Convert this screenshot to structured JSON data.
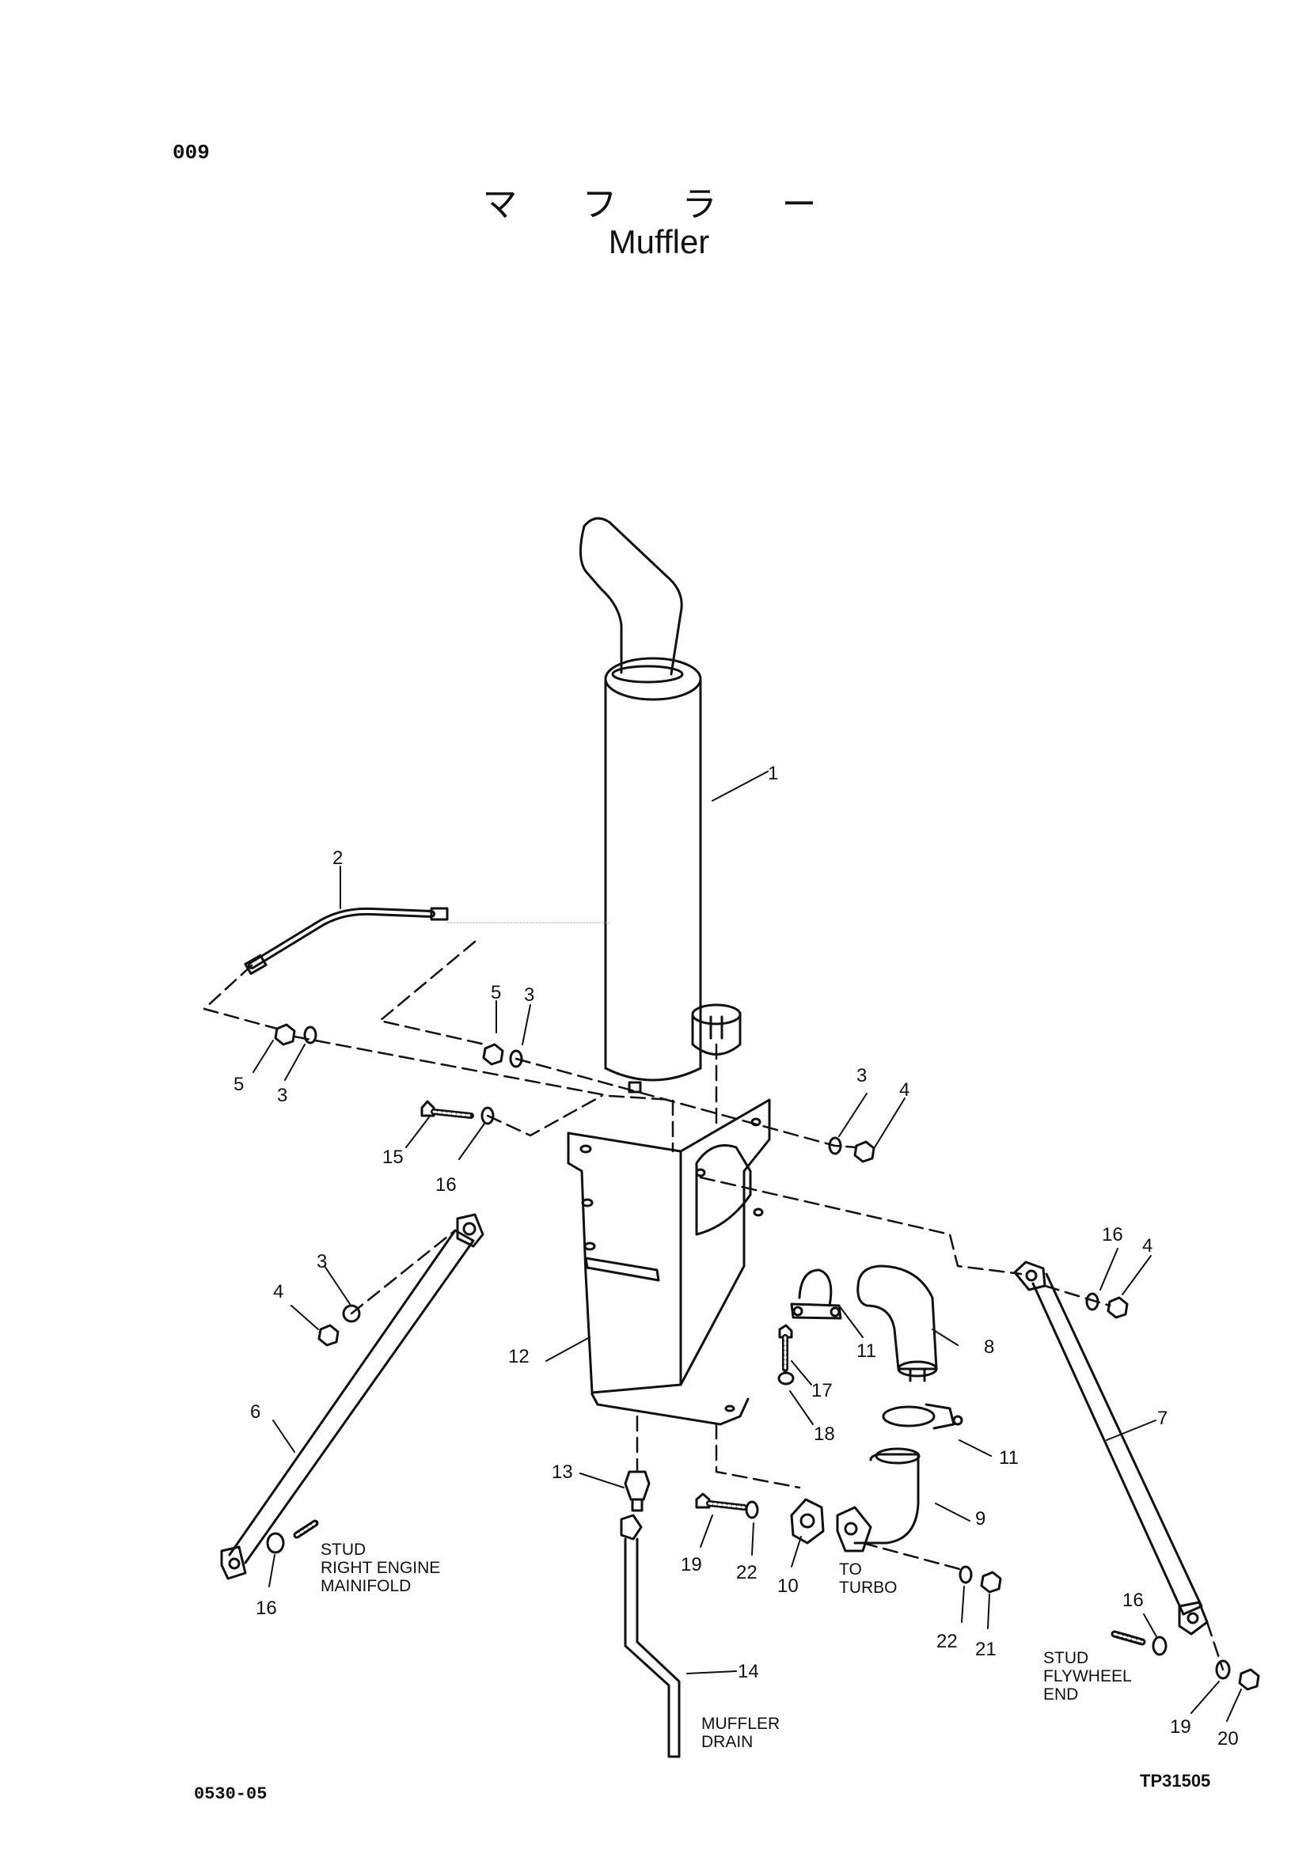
{
  "page": {
    "number": "009",
    "title_jp": "マ フ ラ ー",
    "title_en": "Muffler"
  },
  "footer": {
    "left_code": "0530-05",
    "right_code": "TP31505"
  },
  "callouts": [
    {
      "id": "c1",
      "text": "1"
    },
    {
      "id": "c2",
      "text": "2"
    },
    {
      "id": "c3a",
      "text": "3"
    },
    {
      "id": "c3b",
      "text": "3"
    },
    {
      "id": "c3c",
      "text": "3"
    },
    {
      "id": "c3d",
      "text": "3"
    },
    {
      "id": "c4a",
      "text": "4"
    },
    {
      "id": "c4b",
      "text": "4"
    },
    {
      "id": "c4c",
      "text": "4"
    },
    {
      "id": "c5a",
      "text": "5"
    },
    {
      "id": "c5b",
      "text": "5"
    },
    {
      "id": "c6",
      "text": "6"
    },
    {
      "id": "c7",
      "text": "7"
    },
    {
      "id": "c8",
      "text": "8"
    },
    {
      "id": "c9",
      "text": "9"
    },
    {
      "id": "c10",
      "text": "10"
    },
    {
      "id": "c11a",
      "text": "11"
    },
    {
      "id": "c11b",
      "text": "11"
    },
    {
      "id": "c12",
      "text": "12"
    },
    {
      "id": "c13",
      "text": "13"
    },
    {
      "id": "c14",
      "text": "14"
    },
    {
      "id": "c15",
      "text": "15"
    },
    {
      "id": "c16a",
      "text": "16"
    },
    {
      "id": "c16b",
      "text": "16"
    },
    {
      "id": "c16c",
      "text": "16"
    },
    {
      "id": "c16d",
      "text": "16"
    },
    {
      "id": "c17",
      "text": "17"
    },
    {
      "id": "c18",
      "text": "18"
    },
    {
      "id": "c19a",
      "text": "19"
    },
    {
      "id": "c19b",
      "text": "19"
    },
    {
      "id": "c20",
      "text": "20"
    },
    {
      "id": "c21",
      "text": "21"
    },
    {
      "id": "c22a",
      "text": "22"
    },
    {
      "id": "c22b",
      "text": "22"
    }
  ],
  "labels": {
    "stud_right": [
      "STUD",
      "RIGHT ENGINE",
      "MAINIFOLD"
    ],
    "to_turbo": [
      "TO",
      "TURBO"
    ],
    "stud_flywheel": [
      "STUD",
      "FLYWHEEL",
      "END"
    ],
    "muffler_drain": [
      "MUFFLER",
      "DRAIN"
    ]
  }
}
